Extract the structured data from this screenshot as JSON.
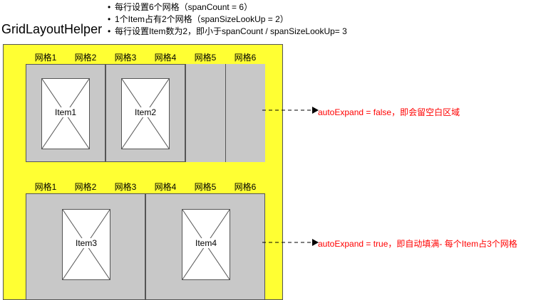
{
  "bullets": [
    "每行设置6个网格（spanCount = 6）",
    "1个Item占有2个网格（spanSizeLookUp = 2）",
    "每行设置Item数为2，即小于spanCount / spanSizeLookUp= 3"
  ],
  "title": "GridLayoutHelper",
  "grid_headers": [
    "网格1",
    "网格2",
    "网格3",
    "网格4",
    "网格5",
    "网格6"
  ],
  "example1": {
    "items": [
      "Item1",
      "Item2"
    ],
    "note": "autoExpand = false，即会留空白区域"
  },
  "example2": {
    "items": [
      "Item3",
      "Item4"
    ],
    "note": "autoExpand = true，即自动填满- 每个Item占3个网格"
  },
  "colors": {
    "panel": "#ffff33",
    "cell": "#c8c8c8",
    "note": "#ff0000"
  }
}
